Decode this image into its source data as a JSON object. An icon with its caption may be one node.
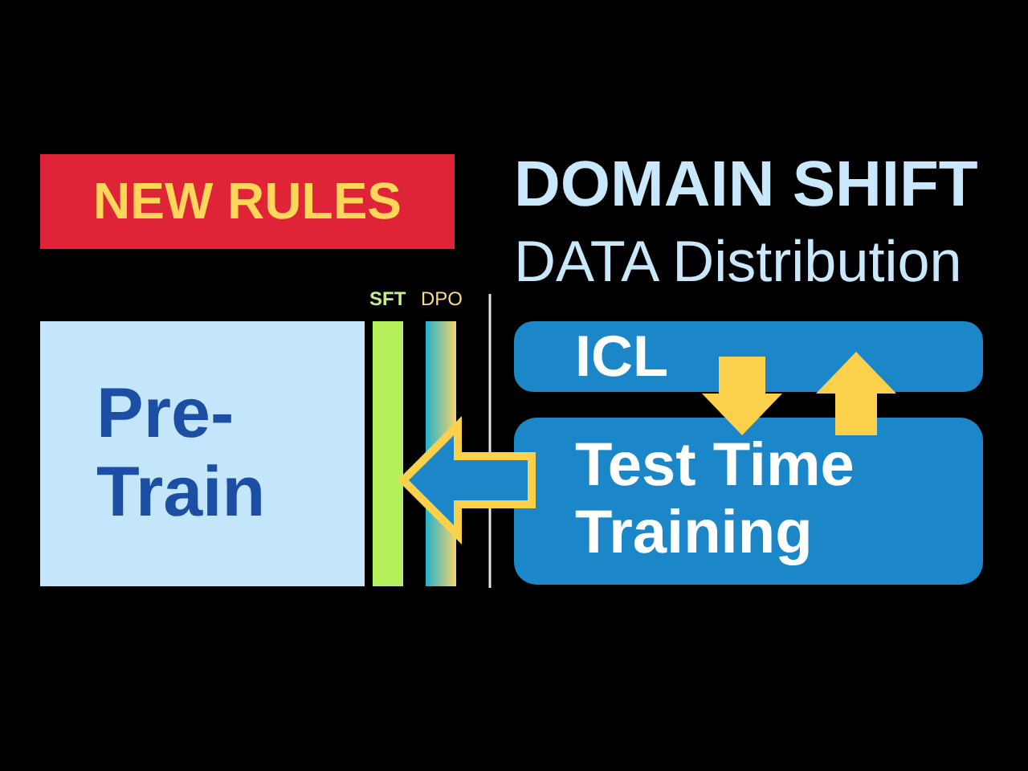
{
  "diagram": {
    "nodes": [
      {
        "text": [
          "NEW RULES"
        ]
      },
      {
        "text": [
          "Pre-Train"
        ]
      },
      {
        "text": [
          "SFT"
        ]
      },
      {
        "text": [
          "DPO"
        ]
      },
      {
        "text": [
          "ICL"
        ]
      },
      {
        "text": [
          "Test Time Training"
        ]
      }
    ],
    "edges": [
      {
        "from": 4,
        "to": 5,
        "arrow": "to"
      },
      {
        "from": 5,
        "to": 4,
        "arrow": "to"
      },
      {
        "from": 5,
        "to": 2,
        "arrow": "to",
        "color": "#1b87c9"
      }
    ],
    "labels": [
      "DOMAIN SHIFT",
      "DATA Distribution"
    ]
  }
}
